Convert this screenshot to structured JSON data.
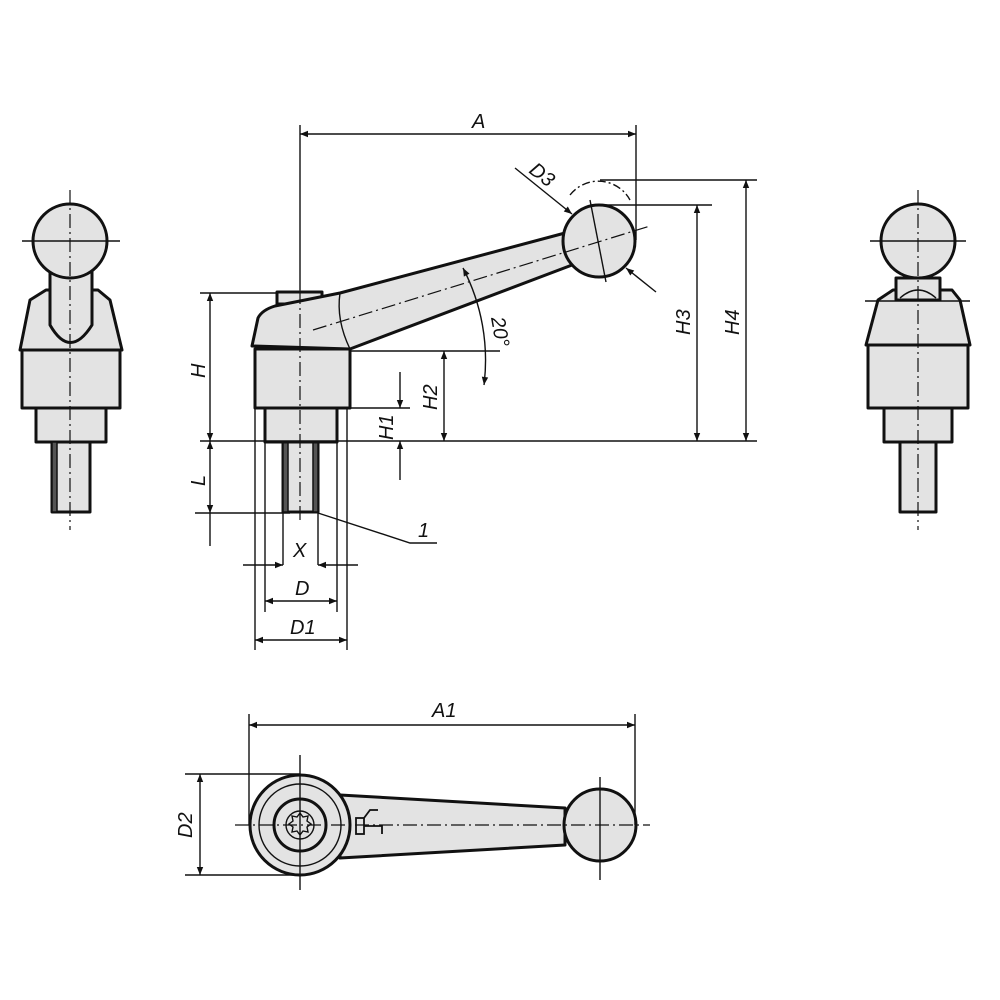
{
  "drawing": {
    "title": "Clamping lever technical drawing",
    "views": [
      "left-side-view",
      "front-view",
      "right-side-view",
      "top-view"
    ],
    "dimensions": {
      "A": "A",
      "A1": "A1",
      "D": "D",
      "D1": "D1",
      "D2": "D2",
      "D3": "D3",
      "H": "H",
      "H1": "H1",
      "H2": "H2",
      "H3": "H3",
      "H4": "H4",
      "L": "L",
      "X": "X"
    },
    "angle": "20°",
    "callout": "1",
    "colors": {
      "fill": "#e3e3e3",
      "line": "#111111"
    }
  }
}
